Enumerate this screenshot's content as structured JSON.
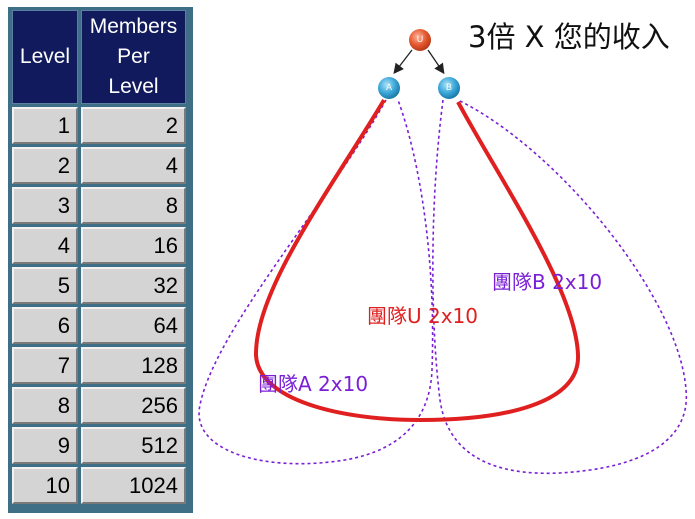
{
  "table": {
    "headers": {
      "level": "Level",
      "members_lines": [
        "Members",
        "Per",
        "Level"
      ]
    },
    "rows": [
      {
        "level": "1",
        "members": "2"
      },
      {
        "level": "2",
        "members": "4"
      },
      {
        "level": "3",
        "members": "8"
      },
      {
        "level": "4",
        "members": "16"
      },
      {
        "level": "5",
        "members": "32"
      },
      {
        "level": "6",
        "members": "64"
      },
      {
        "level": "7",
        "members": "128"
      },
      {
        "level": "8",
        "members": "256"
      },
      {
        "level": "9",
        "members": "512"
      },
      {
        "level": "10",
        "members": "1024"
      }
    ]
  },
  "diagram": {
    "title": "3倍 X 您的收入",
    "nodes": {
      "u": "U",
      "a": "A",
      "b": "B"
    },
    "team_labels": {
      "u": "團隊U 2x10",
      "a": "團隊A 2x10",
      "b": "團隊B 2x10"
    },
    "colors": {
      "team_u": "#e02020",
      "team_ab": "#7a1fd6",
      "node_u": "#e4572e",
      "node_ab": "#3aa6d8",
      "table_header": "#101a5c",
      "table_cell": "#d4d4d4"
    }
  }
}
